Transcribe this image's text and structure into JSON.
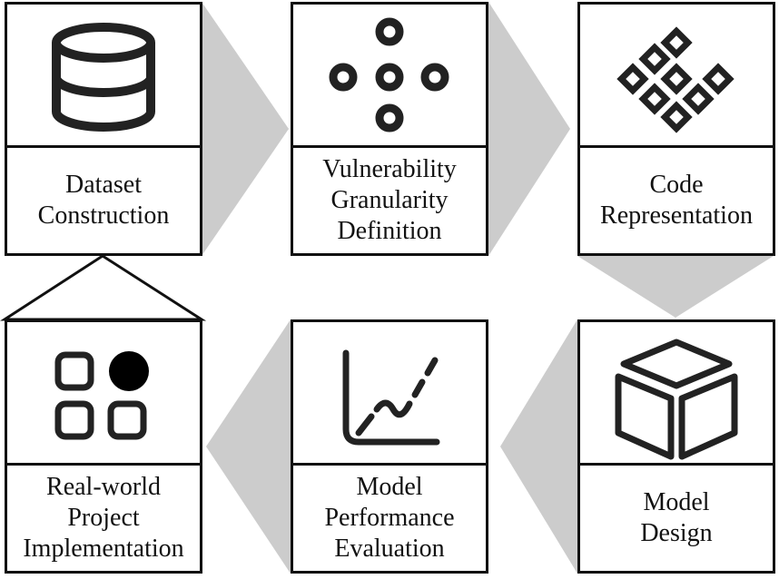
{
  "steps": [
    {
      "id": "dataset",
      "lines": [
        "Dataset",
        "Construction"
      ],
      "icon": "database-icon"
    },
    {
      "id": "granularity",
      "lines": [
        "Vulnerability",
        "Granularity",
        "Definition"
      ],
      "icon": "dots-cluster-icon"
    },
    {
      "id": "representation",
      "lines": [
        "Code",
        "Representation"
      ],
      "icon": "diamond-grid-icon"
    },
    {
      "id": "design",
      "lines": [
        "Model",
        "Design"
      ],
      "icon": "cube-icon"
    },
    {
      "id": "evaluation",
      "lines": [
        "Model",
        "Performance",
        "Evaluation"
      ],
      "icon": "line-chart-icon"
    },
    {
      "id": "realworld",
      "lines": [
        "Real-world",
        "Project",
        "Implementation"
      ],
      "icon": "app-grid-icon"
    }
  ],
  "colors": {
    "stroke": "#222222",
    "arrow": "#cccccc",
    "border": "#111111"
  }
}
